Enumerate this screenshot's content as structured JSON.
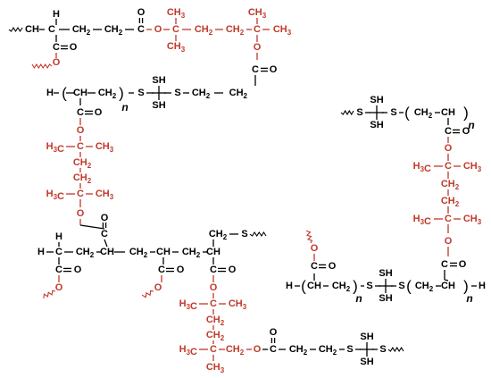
{
  "colors": {
    "backbone": "#000000",
    "crosslinker": "#c0392b"
  },
  "atoms": {
    "c": "C",
    "h": "H",
    "o": "O",
    "s": "S",
    "sh": "SH",
    "sub2": "2",
    "sub3": "3",
    "n": "n"
  },
  "groups": {
    "ch": "CH",
    "ch2": "CH",
    "h3c": "H",
    "c3": "C"
  }
}
